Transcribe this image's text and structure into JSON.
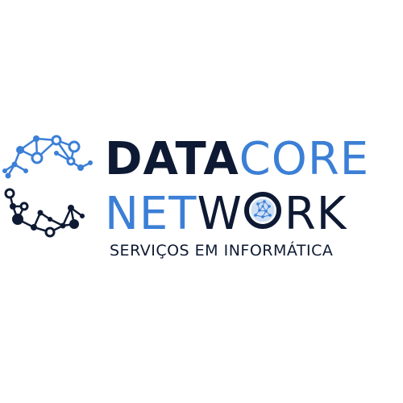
{
  "logo": {
    "word1_part1": "DATA",
    "word1_part2": "CORE",
    "word2_part1": "NET",
    "word2_part2_a": "W",
    "word2_part2_b": "RK",
    "tagline": "SERVIÇOS EM INFORMÁTICA",
    "colors": {
      "navy": "#0e1a33",
      "blue": "#3b7fd6",
      "white": "#ffffff"
    },
    "emblem_icon": "circuit-network-c-icon",
    "o_icon": "globe-network-icon"
  }
}
